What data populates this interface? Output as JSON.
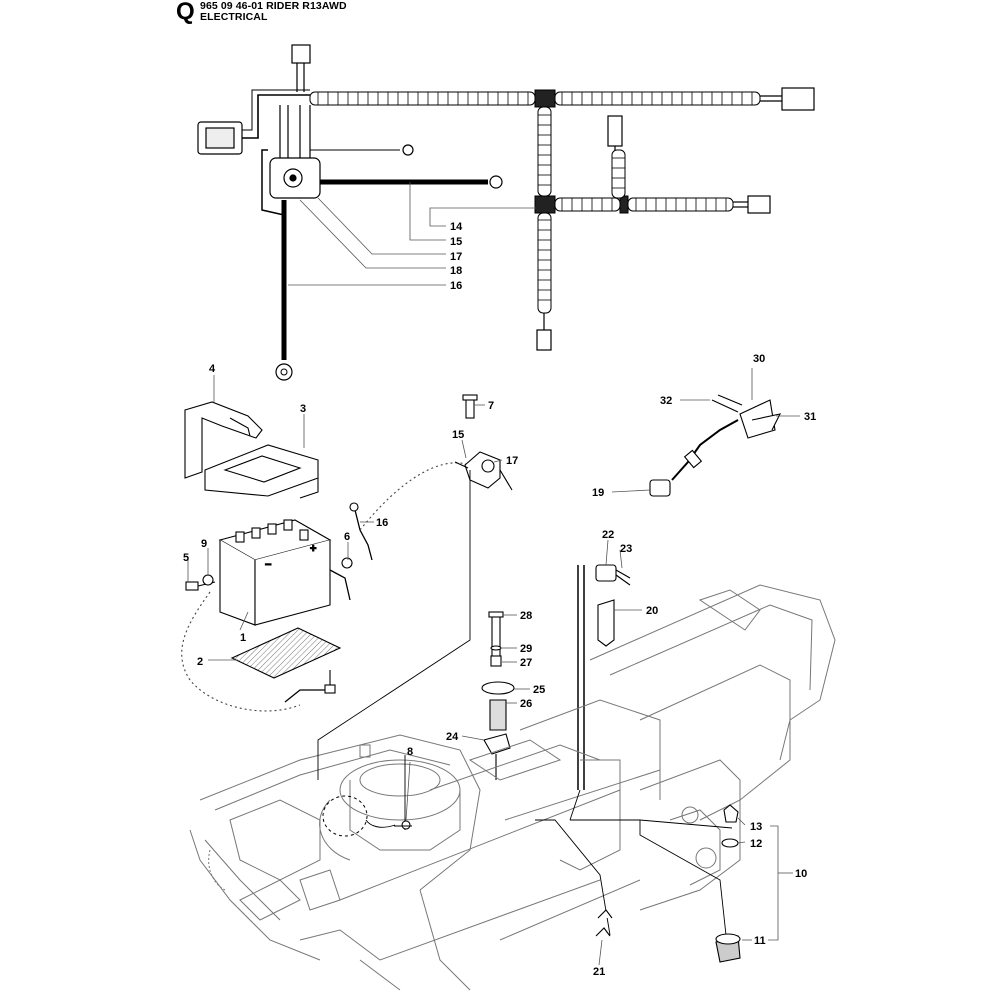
{
  "header": {
    "section_letter": "Q",
    "model_line": "965 09 46-01 RIDER R13AWD",
    "section_title": "ELECTRICAL"
  },
  "callouts": [
    {
      "id": "c1",
      "text": "1"
    },
    {
      "id": "c2",
      "text": "2"
    },
    {
      "id": "c3",
      "text": "3"
    },
    {
      "id": "c4",
      "text": "4"
    },
    {
      "id": "c5",
      "text": "5"
    },
    {
      "id": "c6",
      "text": "6"
    },
    {
      "id": "c7",
      "text": "7"
    },
    {
      "id": "c8",
      "text": "8"
    },
    {
      "id": "c9",
      "text": "9"
    },
    {
      "id": "c10",
      "text": "10"
    },
    {
      "id": "c11",
      "text": "11"
    },
    {
      "id": "c12",
      "text": "12"
    },
    {
      "id": "c13",
      "text": "13"
    },
    {
      "id": "c14",
      "text": "14"
    },
    {
      "id": "c15",
      "text": "15"
    },
    {
      "id": "c16",
      "text": "16"
    },
    {
      "id": "c17",
      "text": "17"
    },
    {
      "id": "c18",
      "text": "18"
    },
    {
      "id": "c16b",
      "text": "16"
    },
    {
      "id": "c15b",
      "text": "15"
    },
    {
      "id": "c17b",
      "text": "17"
    },
    {
      "id": "c19",
      "text": "19"
    },
    {
      "id": "c20",
      "text": "20"
    },
    {
      "id": "c21",
      "text": "21"
    },
    {
      "id": "c22",
      "text": "22"
    },
    {
      "id": "c23",
      "text": "23"
    },
    {
      "id": "c24",
      "text": "24"
    },
    {
      "id": "c25",
      "text": "25"
    },
    {
      "id": "c26",
      "text": "26"
    },
    {
      "id": "c27",
      "text": "27"
    },
    {
      "id": "c28",
      "text": "28"
    },
    {
      "id": "c29",
      "text": "29"
    },
    {
      "id": "c30",
      "text": "30"
    },
    {
      "id": "c31",
      "text": "31"
    },
    {
      "id": "c32",
      "text": "32"
    }
  ]
}
